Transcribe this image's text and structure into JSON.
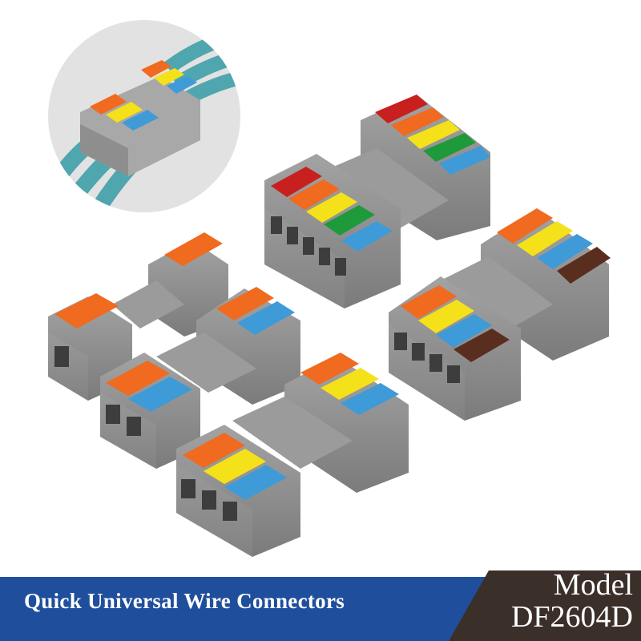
{
  "banner": {
    "title": "Quick Universal Wire Connectors",
    "model_label": "Model",
    "model_code": "DF2604D"
  },
  "colors": {
    "banner_blue": "#1f4f9c",
    "banner_dark": "#3b2f2a",
    "housing_gray": "#8c8c8c",
    "lever_orange": "#f06a1f",
    "lever_blue": "#3f9ad8",
    "lever_yellow": "#f5e11a",
    "lever_green": "#1f9a3a",
    "lever_red": "#c8201e",
    "lever_brown": "#5a2e1e",
    "wire_teal": "#4fa6ae"
  }
}
